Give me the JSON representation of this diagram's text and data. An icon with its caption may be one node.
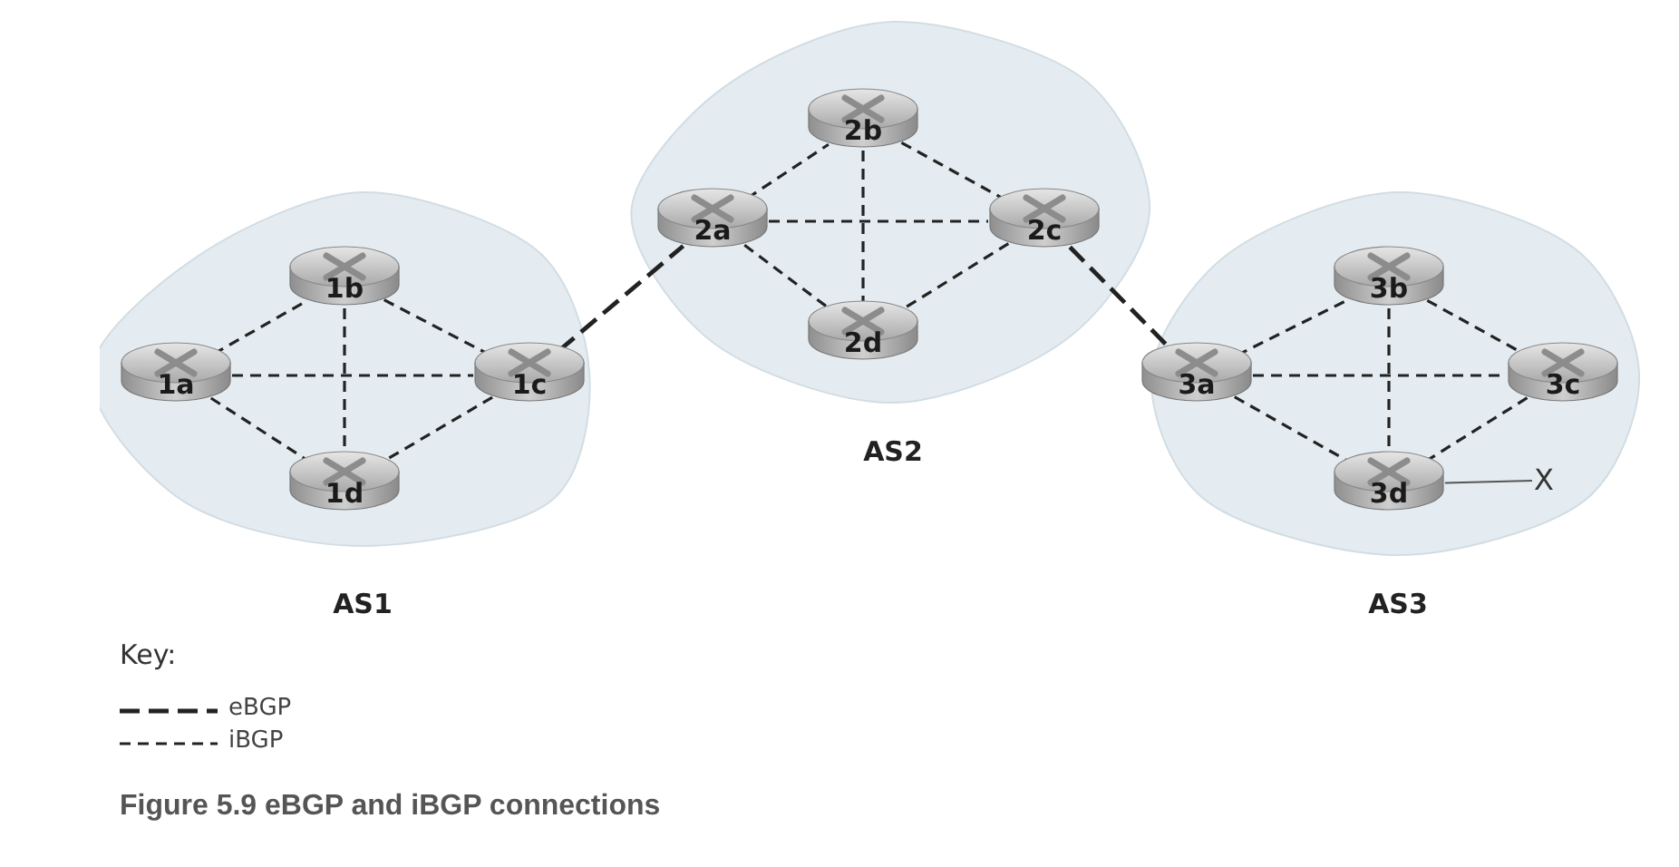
{
  "diagram": {
    "caption": "Figure 5.9 eBGP and iBGP connections",
    "nodes": [
      {
        "text": [
          "AS1"
        ]
      },
      {
        "text": [
          "1a"
        ],
        "in": 0
      },
      {
        "text": [
          "1b"
        ],
        "in": 0
      },
      {
        "text": [
          "1c"
        ],
        "in": 0
      },
      {
        "text": [
          "1d"
        ],
        "in": 0
      },
      {
        "text": [
          "AS2"
        ]
      },
      {
        "text": [
          "2a"
        ],
        "in": 5
      },
      {
        "text": [
          "2b"
        ],
        "in": 5
      },
      {
        "text": [
          "2c"
        ],
        "in": 5
      },
      {
        "text": [
          "2d"
        ],
        "in": 5
      },
      {
        "text": [
          "AS3"
        ]
      },
      {
        "text": [
          "3a"
        ],
        "in": 10
      },
      {
        "text": [
          "3b"
        ],
        "in": 10
      },
      {
        "text": [
          "3c"
        ],
        "in": 10
      },
      {
        "text": [
          "3d"
        ],
        "in": 10
      },
      {
        "text": [
          "X"
        ],
        "in": 10
      }
    ],
    "edges": [
      {
        "from": 1,
        "to": 2,
        "arrow": "none",
        "style": "dashed"
      },
      {
        "from": 1,
        "to": 3,
        "arrow": "none",
        "style": "dashed"
      },
      {
        "from": 1,
        "to": 4,
        "arrow": "none",
        "style": "dashed"
      },
      {
        "from": 2,
        "to": 3,
        "arrow": "none",
        "style": "dashed"
      },
      {
        "from": 2,
        "to": 4,
        "arrow": "none",
        "style": "dashed"
      },
      {
        "from": 3,
        "to": 4,
        "arrow": "none",
        "style": "dashed"
      },
      {
        "from": 6,
        "to": 7,
        "arrow": "none",
        "style": "dashed"
      },
      {
        "from": 6,
        "to": 8,
        "arrow": "none",
        "style": "dashed"
      },
      {
        "from": 6,
        "to": 9,
        "arrow": "none",
        "style": "dashed"
      },
      {
        "from": 7,
        "to": 8,
        "arrow": "none",
        "style": "dashed"
      },
      {
        "from": 7,
        "to": 9,
        "arrow": "none",
        "style": "dashed"
      },
      {
        "from": 8,
        "to": 9,
        "arrow": "none",
        "style": "dashed"
      },
      {
        "from": 11,
        "to": 12,
        "arrow": "none",
        "style": "dashed"
      },
      {
        "from": 11,
        "to": 13,
        "arrow": "none",
        "style": "dashed"
      },
      {
        "from": 11,
        "to": 14,
        "arrow": "none",
        "style": "dashed"
      },
      {
        "from": 12,
        "to": 13,
        "arrow": "none",
        "style": "dashed"
      },
      {
        "from": 12,
        "to": 14,
        "arrow": "none",
        "style": "dashed"
      },
      {
        "from": 13,
        "to": 14,
        "arrow": "none",
        "style": "dashed"
      },
      {
        "from": 3,
        "to": 6,
        "arrow": "none",
        "style": "dashed"
      },
      {
        "from": 8,
        "to": 11,
        "arrow": "none",
        "style": "dashed"
      },
      {
        "from": 14,
        "to": 15,
        "arrow": "none"
      }
    ],
    "labels": [
      "Key:"
    ],
    "legend": [
      {
        "text": "eBGP"
      },
      {
        "text": "iBGP"
      }
    ]
  }
}
